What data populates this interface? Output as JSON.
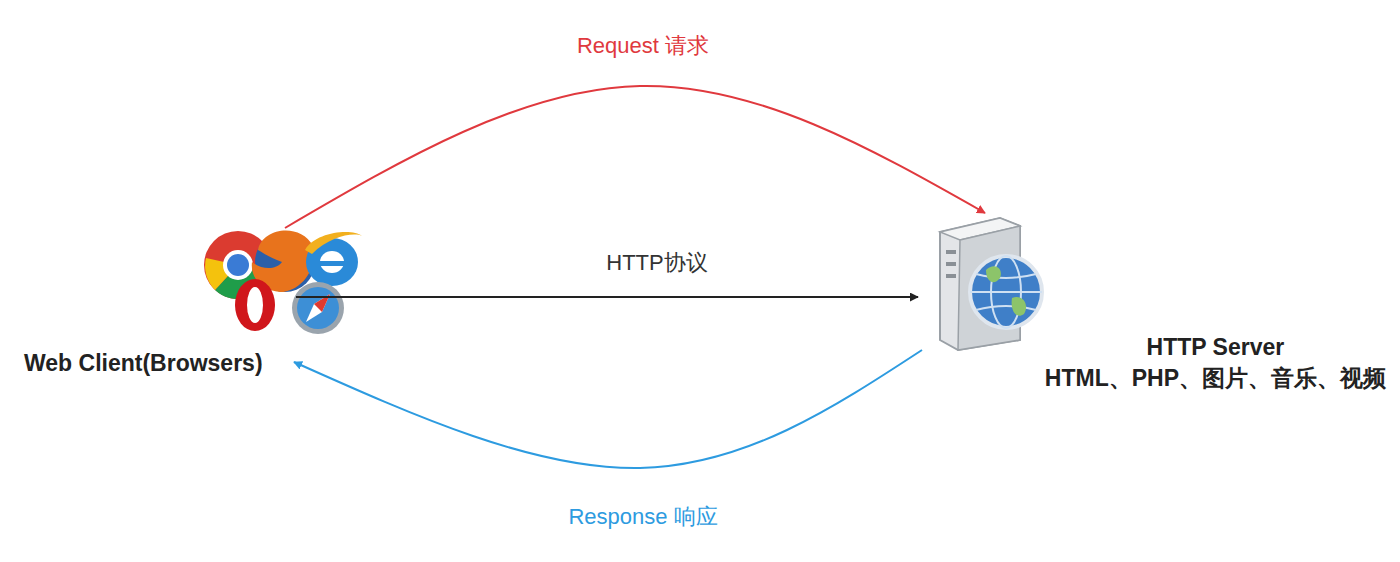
{
  "diagram": {
    "nodes": [
      {
        "text": [
          "Web Client(Browsers)"
        ]
      },
      {
        "text": [
          "HTTP Server",
          "HTML、PHP、图片、音乐、视频"
        ]
      }
    ],
    "edges": [
      {
        "from": 0,
        "to": 1,
        "arrow": "to",
        "label": "Request 请求"
      },
      {
        "from": 0,
        "to": 1,
        "arrow": "to",
        "label": "HTTP协议"
      },
      {
        "from": 1,
        "to": 0,
        "arrow": "to",
        "label": "Response 响应"
      }
    ]
  }
}
